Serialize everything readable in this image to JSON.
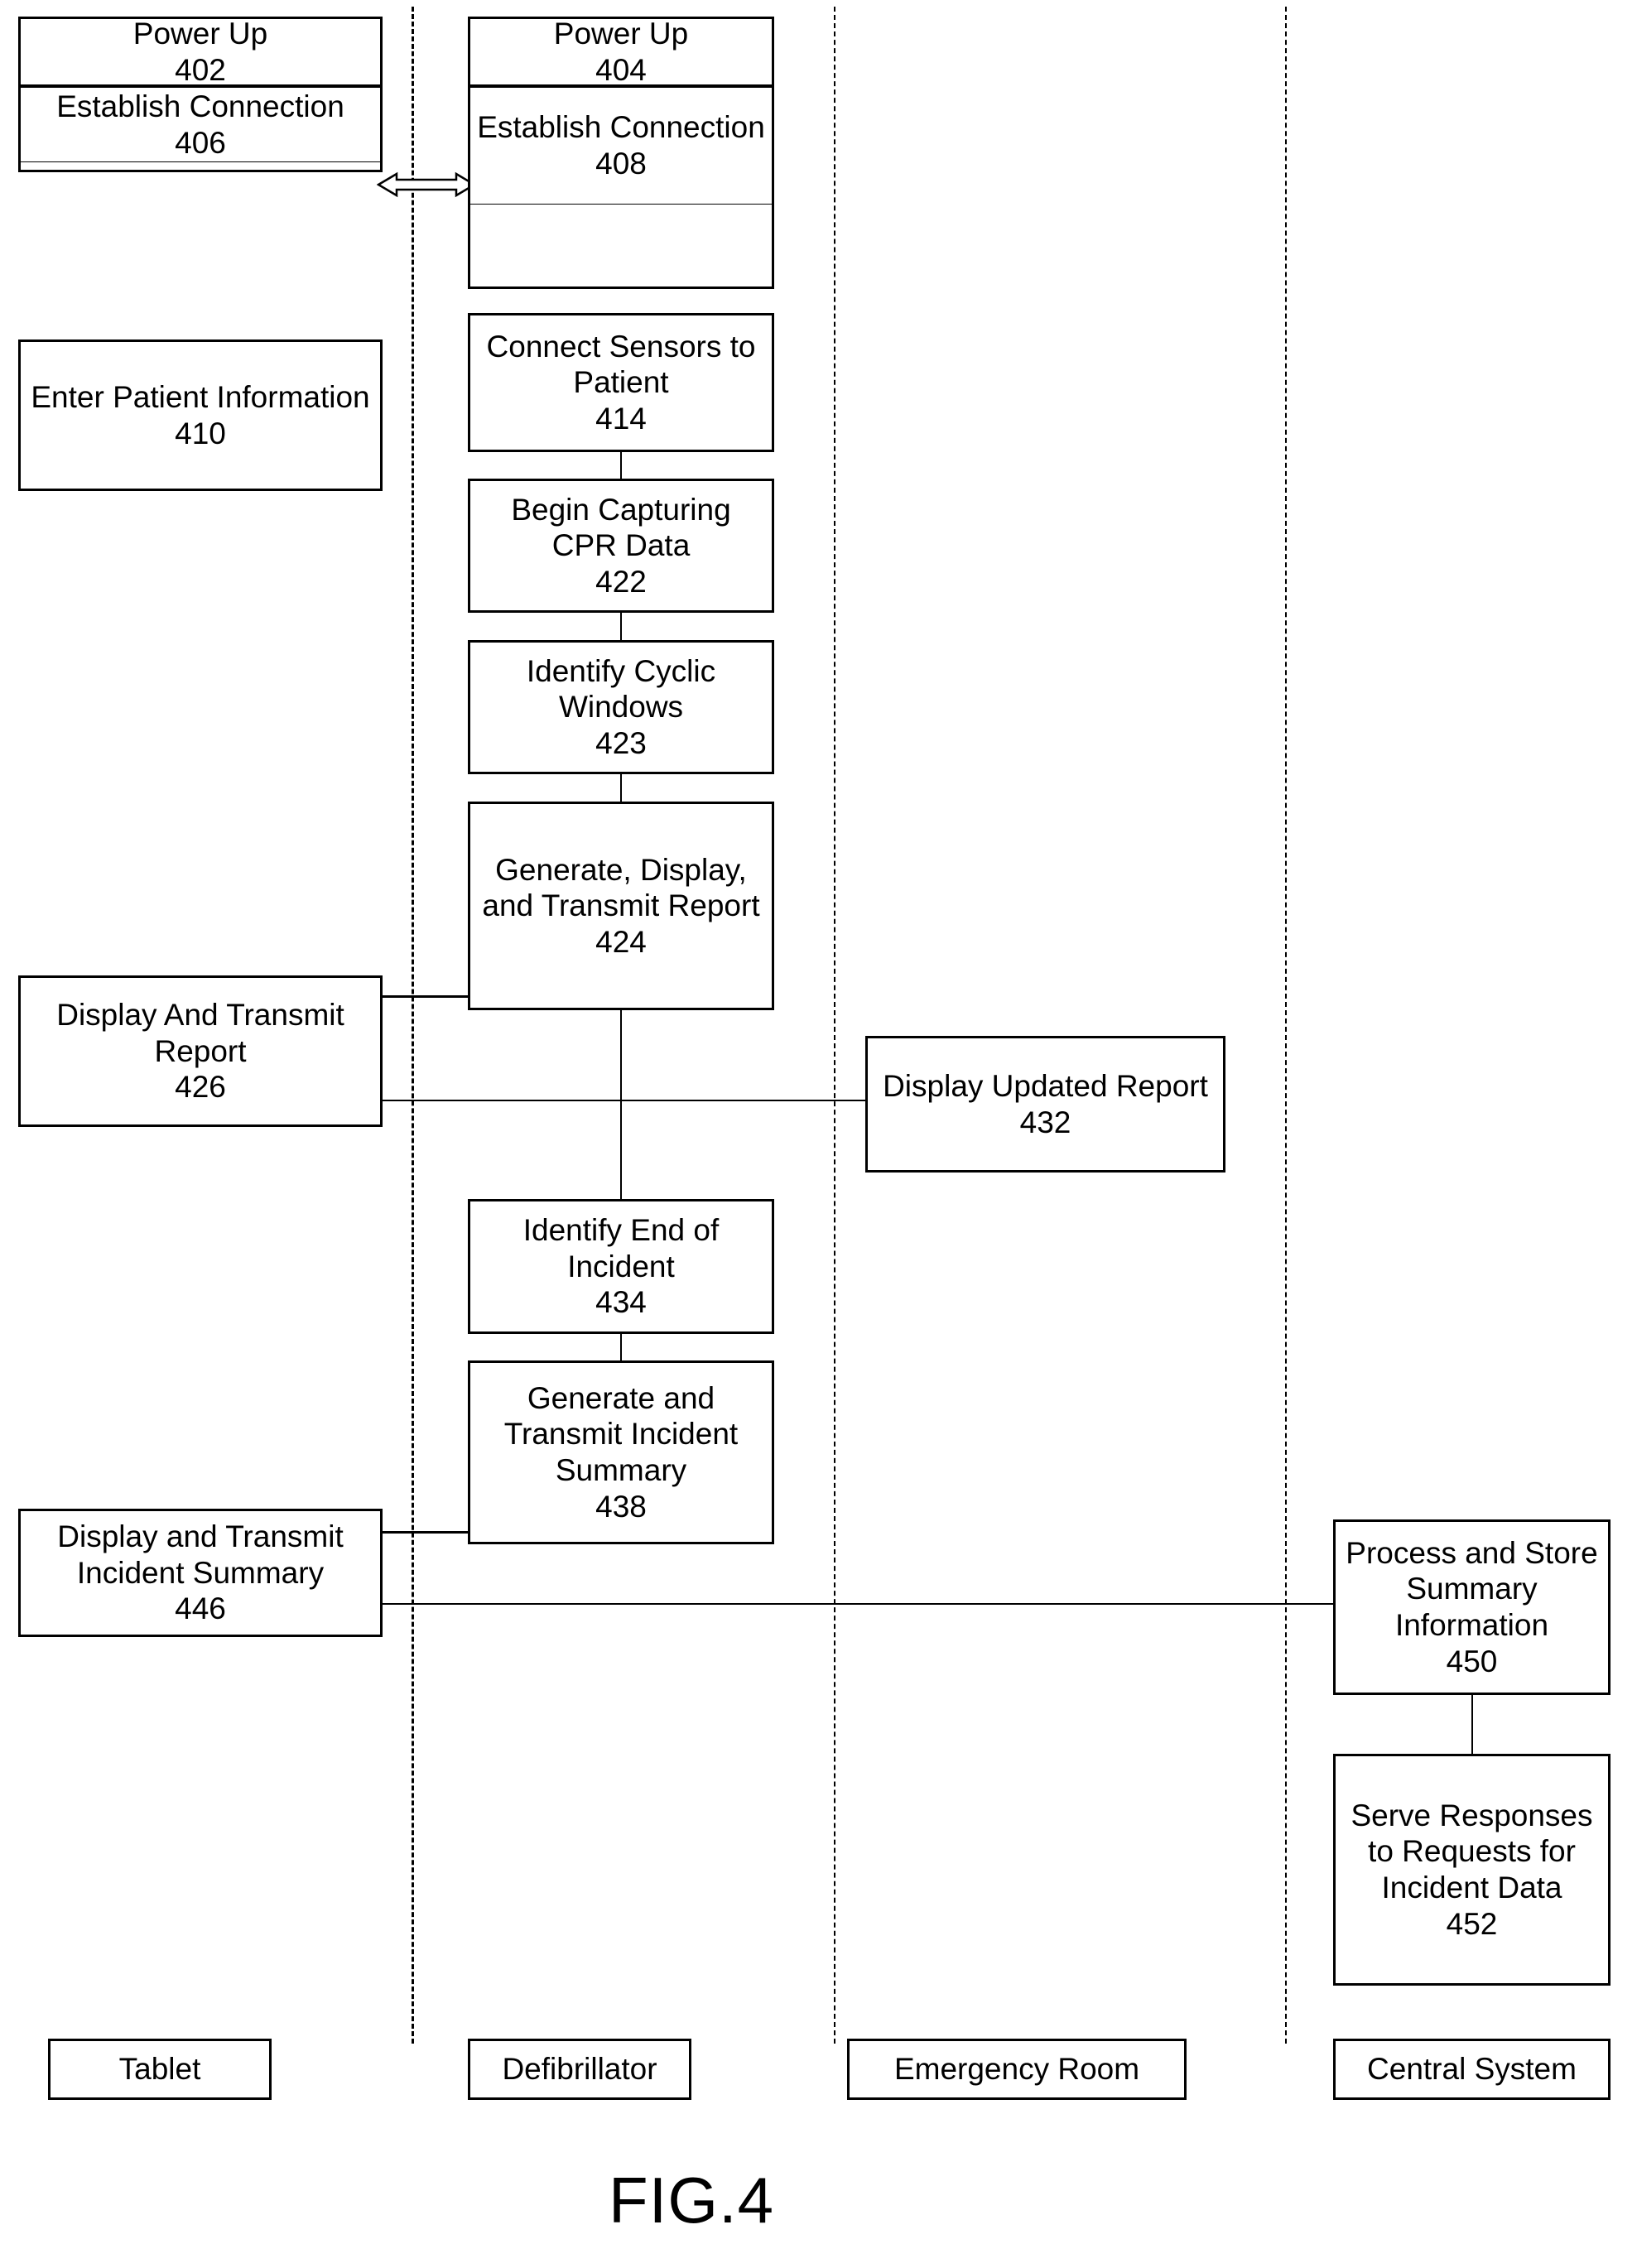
{
  "figure": {
    "caption": "FIG.4"
  },
  "lanes": [
    {
      "name": "tablet",
      "label": "Tablet"
    },
    {
      "name": "defibrillator",
      "label": "Defibrillator"
    },
    {
      "name": "emergency-room",
      "label": "Emergency Room"
    },
    {
      "name": "central-system",
      "label": "Central System"
    }
  ],
  "nodes": {
    "n402": {
      "title": "Power Up",
      "ref": "402"
    },
    "n406": {
      "title": "Establish Connection",
      "ref": "406"
    },
    "n410": {
      "title": "Enter Patient Information",
      "ref": "410"
    },
    "n426": {
      "title": "Display And Transmit Report",
      "ref": "426"
    },
    "n446": {
      "title": "Display and Transmit Incident Summary",
      "ref": "446"
    },
    "n404": {
      "title": "Power Up",
      "ref": "404"
    },
    "n408": {
      "title": "Establish Connection",
      "ref": "408"
    },
    "n414": {
      "title": "Connect Sensors to Patient",
      "ref": "414"
    },
    "n422": {
      "title": "Begin Capturing CPR Data",
      "ref": "422"
    },
    "n423": {
      "title": "Identify Cyclic Windows",
      "ref": "423"
    },
    "n424": {
      "title": "Generate, Display, and Transmit Report",
      "ref": "424"
    },
    "n434": {
      "title": "Identify End of Incident",
      "ref": "434"
    },
    "n438": {
      "title": "Generate and Transmit Incident Summary",
      "ref": "438"
    },
    "n432": {
      "title": "Display Updated Report",
      "ref": "432"
    },
    "n450": {
      "title": "Process and Store Summary Information",
      "ref": "450"
    },
    "n452": {
      "title": "Serve Responses to Requests for Incident Data",
      "ref": "452"
    }
  },
  "connector_icons": {
    "bidirectional": "double-headed-arrow"
  },
  "colors": {
    "stroke": "#000000",
    "background": "#ffffff"
  }
}
